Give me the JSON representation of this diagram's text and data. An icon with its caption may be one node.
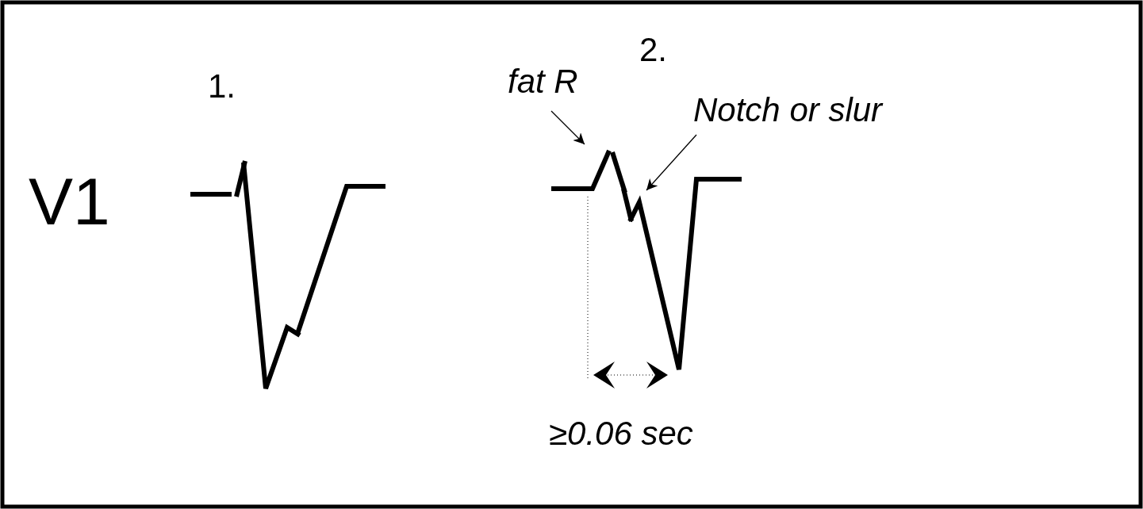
{
  "diagram": {
    "nodes": [
      {
        "text": [
          "fat R"
        ]
      },
      {
        "text": [
          "Notch or slur"
        ]
      },
      {
        "text": [],
        "shape": "picture"
      }
    ],
    "edges": [
      {
        "from": 0,
        "to": 2,
        "arrow": "to"
      },
      {
        "from": 1,
        "to": 2,
        "arrow": "to"
      }
    ],
    "labels": [
      "V1",
      "1.",
      "2.",
      "≥0.06 sec"
    ]
  }
}
